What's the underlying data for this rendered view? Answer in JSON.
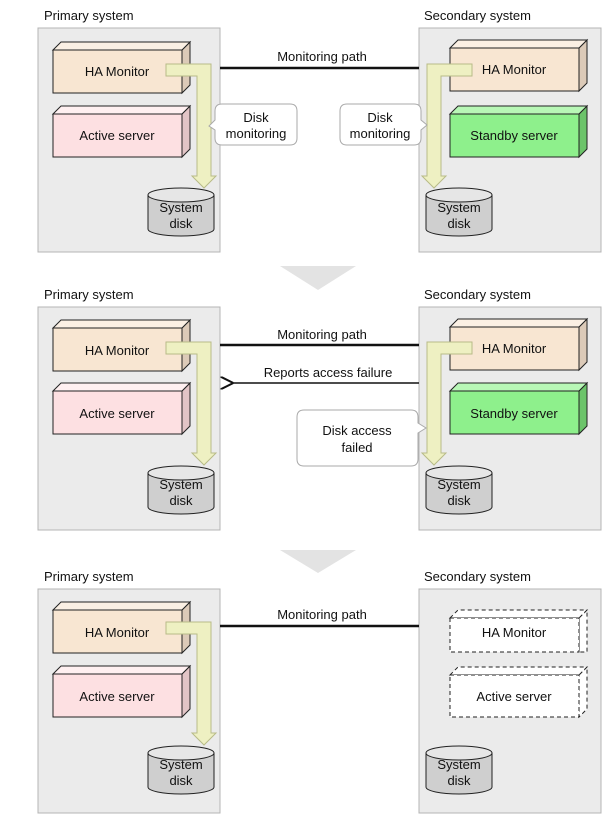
{
  "panels": [
    {
      "primary_label": "Primary system",
      "secondary_label": "Secondary system",
      "path_label": "Monitoring path",
      "primary_monitor": "HA Monitor",
      "primary_server": "Active server",
      "primary_disk": [
        "System",
        "disk"
      ],
      "primary_callout": [
        "Disk",
        "monitoring"
      ],
      "secondary_monitor": "HA Monitor",
      "secondary_server": "Standby server",
      "secondary_disk": [
        "System",
        "disk"
      ],
      "secondary_callout": [
        "Disk",
        "monitoring"
      ]
    },
    {
      "primary_label": "Primary system",
      "secondary_label": "Secondary system",
      "path_label": "Monitoring path",
      "report_label": "Reports access failure",
      "primary_monitor": "HA Monitor",
      "primary_server": "Active server",
      "primary_disk": [
        "System",
        "disk"
      ],
      "secondary_monitor": "HA Monitor",
      "secondary_server": "Standby server",
      "secondary_disk": [
        "System",
        "disk"
      ],
      "secondary_callout": [
        "Disk access",
        "failed"
      ]
    },
    {
      "primary_label": "Primary system",
      "secondary_label": "Secondary system",
      "path_label": "Monitoring path",
      "primary_monitor": "HA Monitor",
      "primary_server": "Active server",
      "primary_disk": [
        "System",
        "disk"
      ],
      "secondary_monitor": "HA Monitor",
      "secondary_server": "Active server",
      "secondary_disk": [
        "System",
        "disk"
      ]
    }
  ],
  "colors": {
    "system_bg": "#ebebeb",
    "system_border": "#b4b4b4",
    "monitor_fill": "#f8e6d2",
    "active_fill": "#fde0e2",
    "standby_fill": "#8ef08c",
    "arrow_fill": "#eef0c2",
    "arrow_stroke": "#b8bb88",
    "disk_fill": "#cfcfcf",
    "transition_arrow": "#e3e3e3"
  }
}
